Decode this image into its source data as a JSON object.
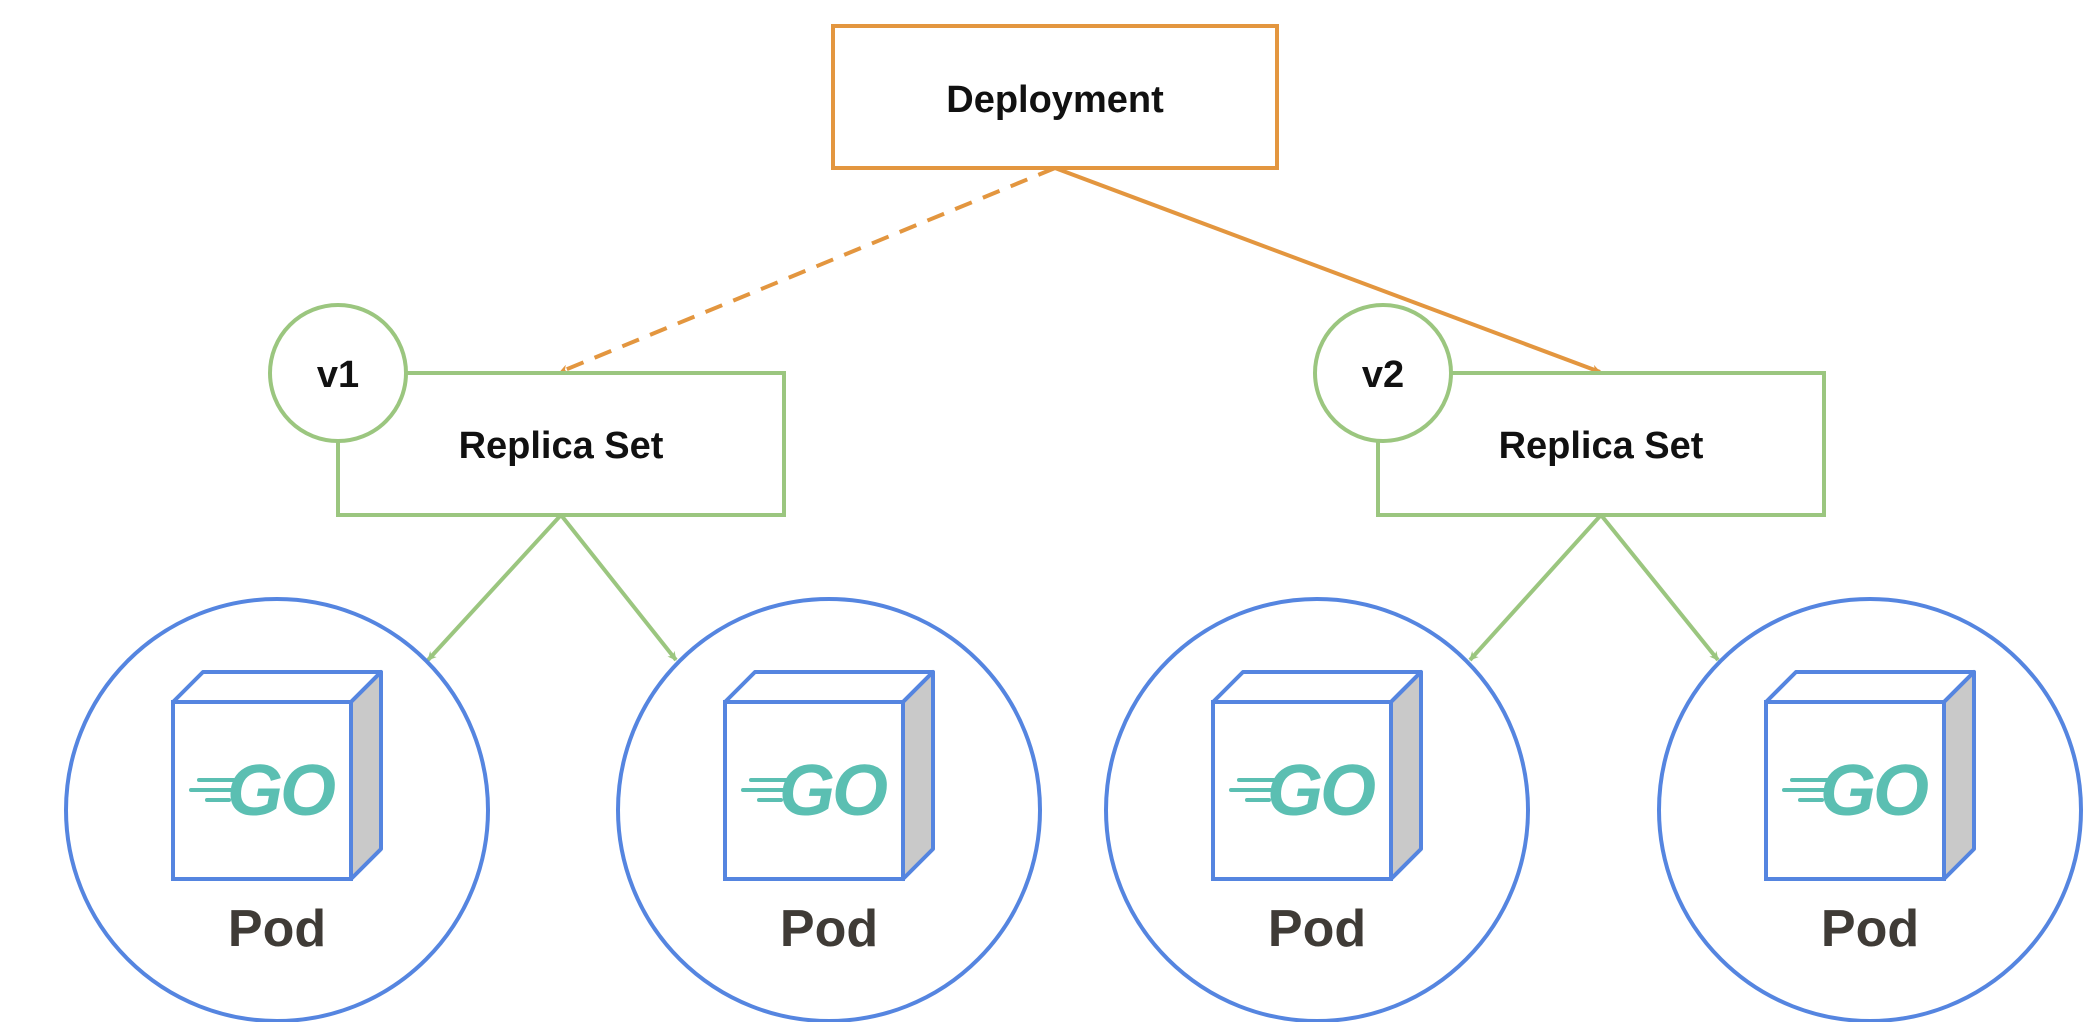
{
  "deployment": {
    "label": "Deployment"
  },
  "replica_sets": [
    {
      "version": "v1",
      "label": "Replica Set",
      "link_style": "dashed"
    },
    {
      "version": "v2",
      "label": "Replica Set",
      "link_style": "solid"
    }
  ],
  "pods": [
    {
      "label": "Pod",
      "logo": "GO"
    },
    {
      "label": "Pod",
      "logo": "GO"
    },
    {
      "label": "Pod",
      "logo": "GO"
    },
    {
      "label": "Pod",
      "logo": "GO"
    }
  ],
  "colors": {
    "deployment": "#e3963f",
    "replica_set": "#9bc67f",
    "pod": "#5585e0",
    "go_logo": "#5bbfb2",
    "cube_side": "#c9c9c9"
  }
}
